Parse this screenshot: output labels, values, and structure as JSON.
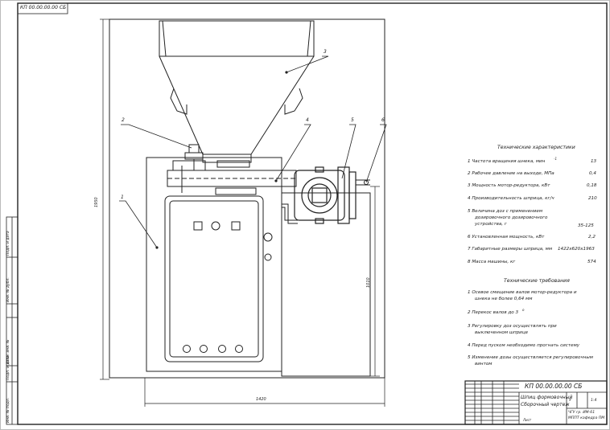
{
  "sheet": {
    "doc_code_corner": "КП 00.00.00.00 СБ",
    "doc_code_title": "КП 00.00.00.00 СБ",
    "title_line1": "Шпиц формовочный",
    "title_line2": "Сборочный чертеж",
    "stage": "У",
    "scale": "1:4",
    "org_line1": "ЧГУ гр. ИМ-61",
    "org_line2": "МППТ кафедра ПМ",
    "sheet_text": "Лист"
  },
  "callouts": [
    "1",
    "2",
    "3",
    "4",
    "5",
    "6"
  ],
  "dimensions": {
    "height_overall": "1950",
    "width_overall": "1420",
    "height_axis": "1010"
  },
  "tech_specs": {
    "heading": "Технические характеристики",
    "items": [
      {
        "label": "1 Частота вращения шнека, мин",
        "sup": "-1",
        "value": "13"
      },
      {
        "label": "2 Рабочее давление на выходе, МПа",
        "sup": "",
        "value": "0,4"
      },
      {
        "label": "3 Мощность мотор-редуктора, кВт",
        "sup": "",
        "value": "0,18"
      },
      {
        "label": "4 Производительность шприца, кг/ч",
        "sup": "",
        "value": "210"
      },
      {
        "label": "5 Величина доз с применением",
        "label2": "дозировочного дозировочного",
        "label3": "устройства, г",
        "sup": "",
        "value": "35-125"
      },
      {
        "label": "6 Установленная мощность, кВт",
        "sup": "",
        "value": "2,2"
      },
      {
        "label": "7 Габаритные размеры шприца, мм",
        "sup": "",
        "value": "1422х620х1963"
      },
      {
        "label": "8 Масса машины, кг",
        "sup": "",
        "value": "574"
      }
    ]
  },
  "tech_requirements": {
    "heading": "Технические требования",
    "items": [
      {
        "line1": "1 Осевое смещение валов мотор-редуктора и",
        "line2": "шнека не более 0,64 мм"
      },
      {
        "line1": "2 Перекос валов до 3",
        "sup": "о",
        "line2": ""
      },
      {
        "line1": "3 Регулировку доз осуществлять при",
        "line2": "выключенном шприце"
      },
      {
        "line1": "4 Перед пуском необходимо прогнать систему",
        "line2": ""
      },
      {
        "line1": "5 Изменение дозы осуществляется регулировочным",
        "line2": "винтом"
      }
    ]
  },
  "sidebar": {
    "label_a": "Подп. и дата",
    "label_b": "Инв. № дубл.",
    "label_c": "Взам. инв. №",
    "label_d": "Подп. и дата",
    "label_e": "Инв. № подл."
  }
}
